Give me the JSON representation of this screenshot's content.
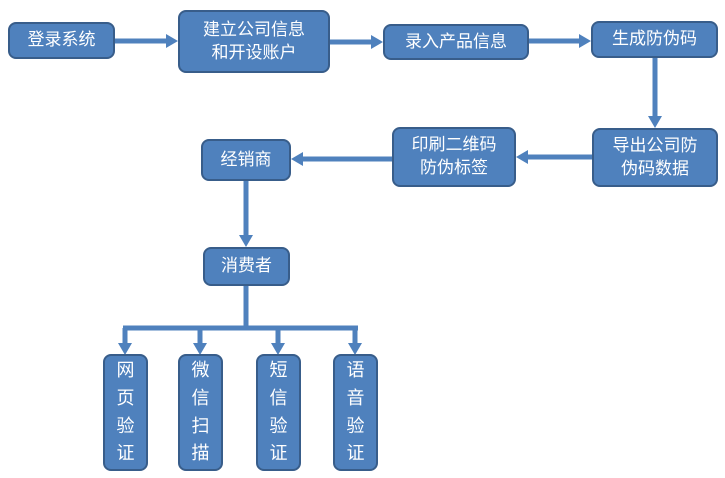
{
  "flowchart": {
    "colors": {
      "box_fill": "#4f81bd",
      "box_border": "#385d8a",
      "arrow": "#4f81bd",
      "text": "#ffffff",
      "background": "#ffffff"
    },
    "nodes": {
      "login_system": {
        "label": "登录系统"
      },
      "create_company_account": {
        "label": "建立公司信息\n和开设账户"
      },
      "enter_product_info": {
        "label": "录入产品信息"
      },
      "generate_security_code": {
        "label": "生成防伪码"
      },
      "export_security_data": {
        "label": "导出公司防\n伪码数据"
      },
      "print_qr_label": {
        "label": "印刷二维码\n防伪标签"
      },
      "distributor": {
        "label": "经销商"
      },
      "consumer": {
        "label": "消费者"
      },
      "verify_web": {
        "label": "网页验证"
      },
      "verify_wechat": {
        "label": "微信扫描"
      },
      "verify_sms": {
        "label": "短信验证"
      },
      "verify_voice": {
        "label": "语音验证"
      }
    }
  }
}
